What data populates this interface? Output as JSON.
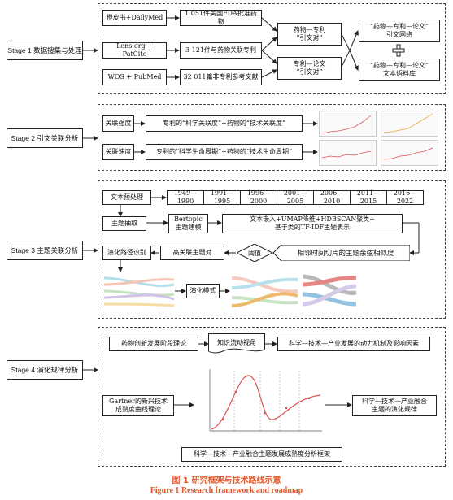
{
  "stages": [
    {
      "label": "Stage 1 数据搜集与处理"
    },
    {
      "label": "Stage 2 引文关联分析"
    },
    {
      "label": "Stage 3 主题关联分析"
    },
    {
      "label": "Stage 4 演化规律分析"
    }
  ],
  "stage1": {
    "sources": [
      "橙皮书+DailyMed",
      "Lens.org + PatCite",
      "WOS + PubMed"
    ],
    "counts": [
      "1 051件美国FDA批准药物",
      "3 121件与药物关联专利",
      "32 011篇非专利参考文献"
    ],
    "link_drug_patent": "药物—专利\n“引文对”",
    "link_patent_paper": "专利—论文\n“引文对”",
    "network": "“药物—专利—论文”\n引文网络",
    "corpus": "“药物—专利—论文”\n文本语料库"
  },
  "stage2": {
    "relevance_label": "关联强度",
    "relevance_text": "专利的“科学关联度”+药物的“技术关联度”",
    "speed_label": "关联速度",
    "speed_text": "专利的“科学生命周期”+药物的“技术生命周期”"
  },
  "stage3": {
    "preprocess": "文本预处理",
    "periods": [
      "1949—1990",
      "1991—1995",
      "1996—2000",
      "2001—2005",
      "2006—2010",
      "2011—2015",
      "2016—2022"
    ],
    "topic_extract": "主题抽取",
    "bertopic": "Bertopic\n主题建模",
    "embedding": "文本嵌入+UMAP降维+HDBSCAN聚类+\n基于类的TF-IDF主题表示",
    "cosine": "相邻时间切片的主题余弦相似度",
    "threshold": "阈值",
    "high_related": "高关联主题对",
    "evolution_path": "演化路径识别",
    "evolution_mode": "演化模式"
  },
  "stage4": {
    "innovation_theory": "药物创新发展阶段理论",
    "knowledge_flow": "知识流动视角",
    "dynamics": "科学—技术—产业发展的动力机制及影响因素",
    "gartner": "Gartner的新兴技术\n成熟度曲线理论",
    "integration": "科学—技术—产业融合\n主题的演化规律",
    "framework": "科学—技术—产业融合主题发展成熟度分析框架"
  },
  "caption": {
    "cn": "图 1    研究框架与技术路线示意",
    "en": "Figure 1    Research framework and roadmap"
  },
  "colors": {
    "caption": "#e0572a",
    "curve": "#d9534f",
    "ribbon1": "#9fd7e6",
    "ribbon2": "#f2b7a6",
    "ribbon3": "#b5dcae"
  }
}
